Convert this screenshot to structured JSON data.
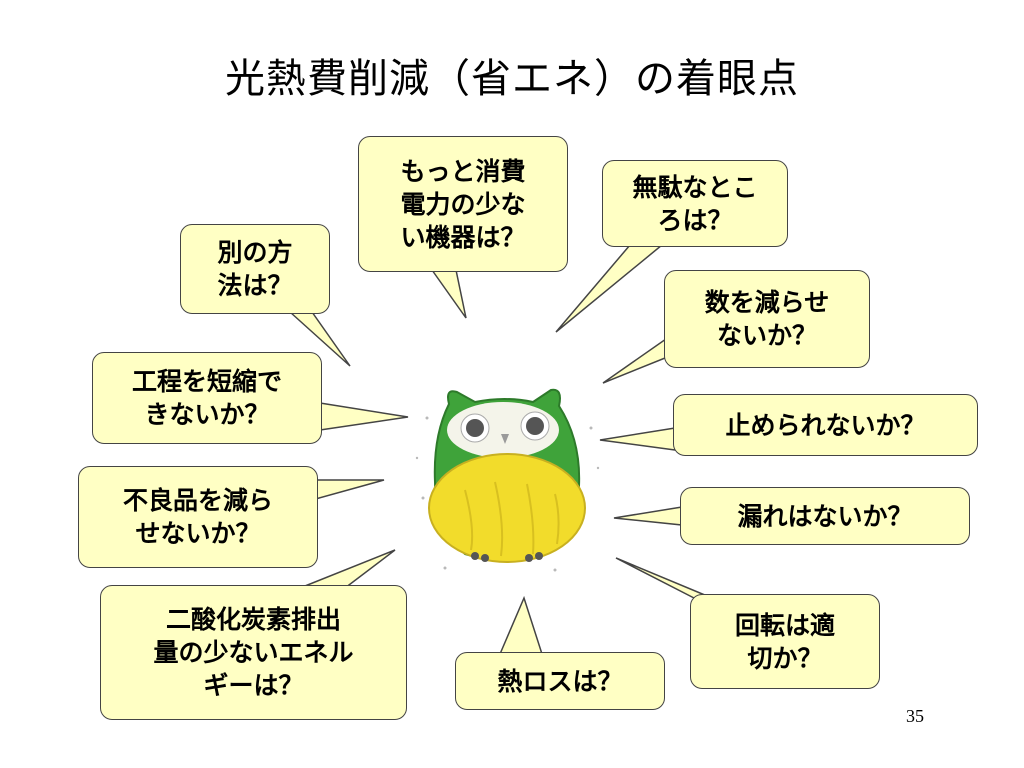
{
  "slide": {
    "title": "光熱費削減（省エネ）の着眼点",
    "page_number": "35"
  },
  "colors": {
    "bubble_fill": "#ffffc4",
    "bubble_border": "#444444",
    "owl_body": "#3fa33a",
    "owl_belly": "#f2dc2b"
  },
  "center_icon": "owl-illustration",
  "bubbles": [
    {
      "id": "appliances",
      "text": "もっと消費\n電力の少な\nい機器は？"
    },
    {
      "id": "waste",
      "text": "無駄なとこ\nろは？"
    },
    {
      "id": "other-method",
      "text": "別の方\n法は？"
    },
    {
      "id": "reduce-count",
      "text": "数を減らせ\nないか？"
    },
    {
      "id": "shorten-process",
      "text": "工程を短縮で\nきないか？"
    },
    {
      "id": "stop",
      "text": "止められないか？"
    },
    {
      "id": "reduce-defects",
      "text": "不良品を減ら\nせないか？"
    },
    {
      "id": "leaks",
      "text": "漏れはないか？"
    },
    {
      "id": "low-co2-energy",
      "text": "二酸化炭素排出\n量の少ないエネル\nギーは？"
    },
    {
      "id": "heat-loss",
      "text": "熱ロスは？"
    },
    {
      "id": "rotation",
      "text": "回転は適\n切か？"
    }
  ]
}
